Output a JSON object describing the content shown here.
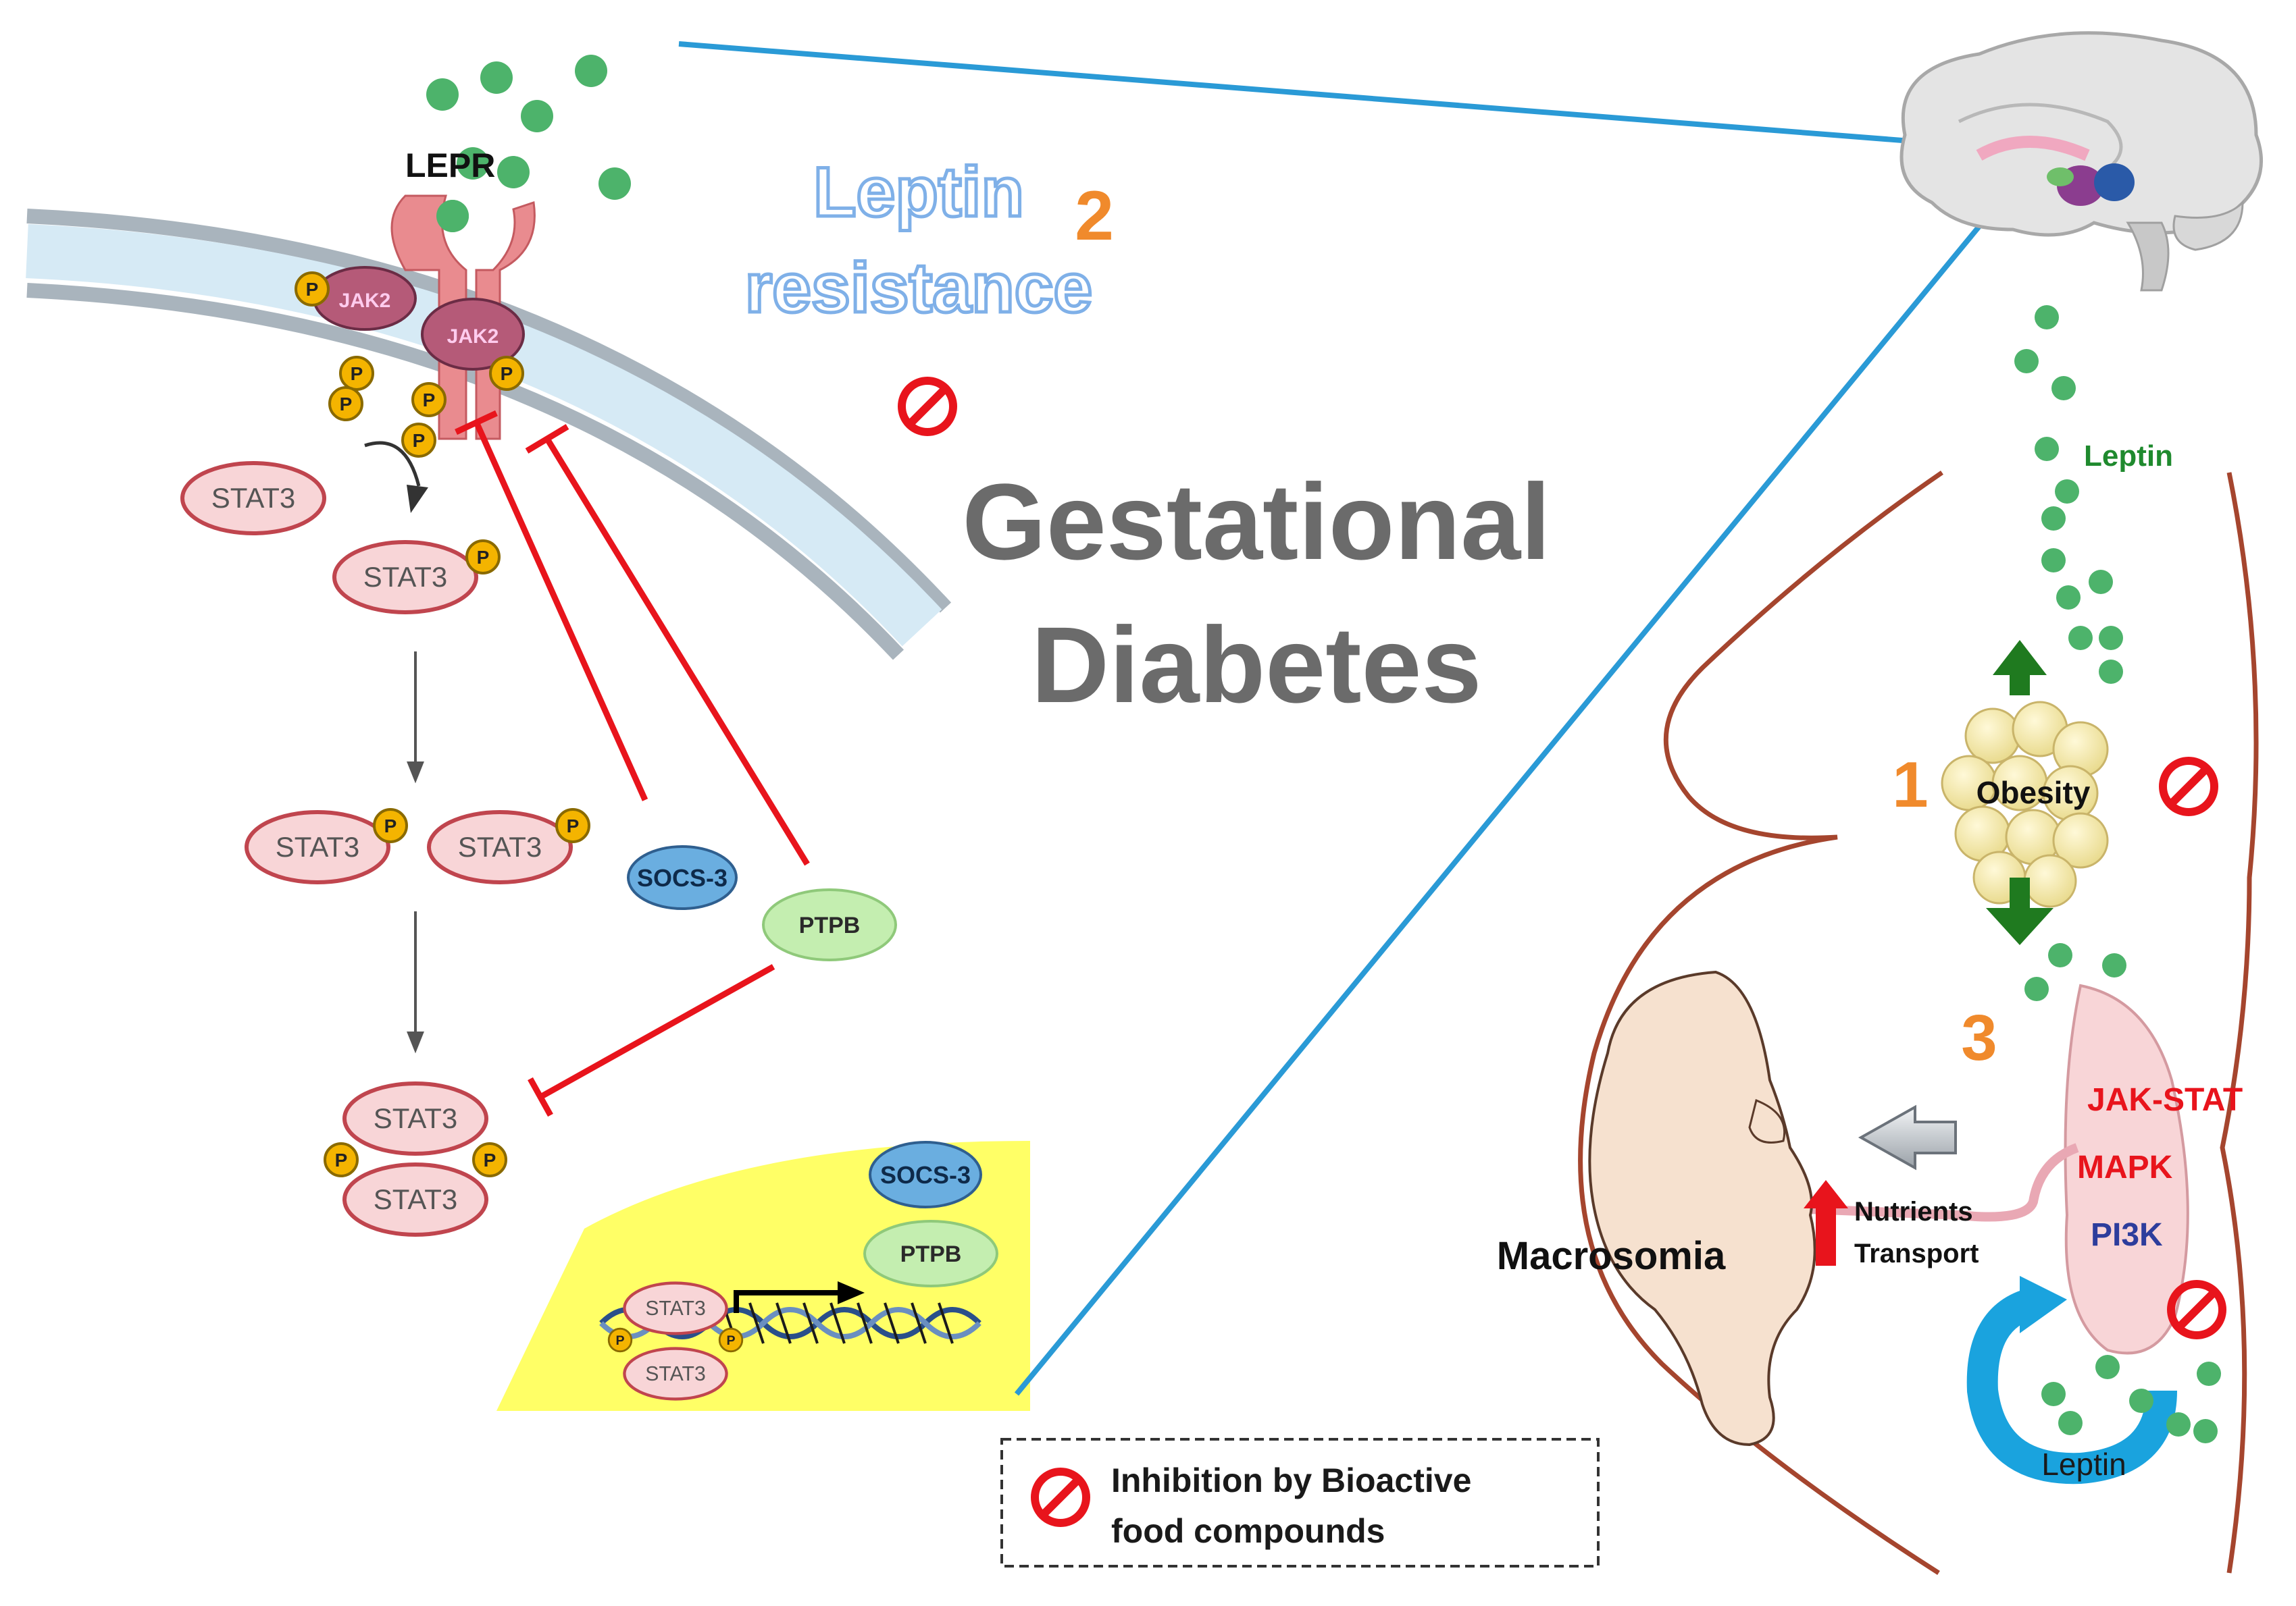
{
  "colors": {
    "leptin_green": "#4db36b",
    "inhibit_red": "#e8141c",
    "connector_blue": "#2a9ad6",
    "stat_fill": "#f8d5d7",
    "stat_stroke": "#c0454e",
    "phospho_yellow": "#f4b400",
    "socs_blue": "#6aaee0",
    "ptpb_green": "#c4eeb0",
    "nucleus_yellow": "#ffff66",
    "accent_orange": "#f08a2c",
    "title_gray": "#6b6b6b",
    "leptin_title_blue": "#7fb0e8"
  },
  "pathway": {
    "receptor_label": "LEPR",
    "kinase_label": "JAK2",
    "phospho_label": "P",
    "stat_label": "STAT3",
    "socs_label": "SOCS-3",
    "ptpb_label": "PTPB"
  },
  "leptin_resistance": {
    "line1": "Leptin",
    "line2": "resistance",
    "number": "2"
  },
  "main_title": {
    "line1": "Gestational",
    "line2": "Diabetes"
  },
  "body_panel": {
    "leptin_top_label": "Leptin",
    "obesity_label": "Obesity",
    "obesity_number": "1",
    "placenta_number": "3",
    "pathways": [
      "JAK-STAT",
      "MAPK",
      "PI3K"
    ],
    "nutrients_line1": "Nutrients",
    "nutrients_line2": "Transport",
    "macrosomia_label": "Macrosomia",
    "leptin_bottom_label": "Leptin"
  },
  "legend": {
    "line1": "Inhibition by Bioactive",
    "line2": "food compounds"
  },
  "icons": {
    "inhibition": "prohibition-icon",
    "arrow_up": "green-up-arrow-icon",
    "arrow_down": "green-down-arrow-icon",
    "nutrient_arrow": "red-up-arrow-icon",
    "transfer_arrow": "grey-left-arrow-icon",
    "cycle": "blue-cycle-arrow-icon"
  }
}
